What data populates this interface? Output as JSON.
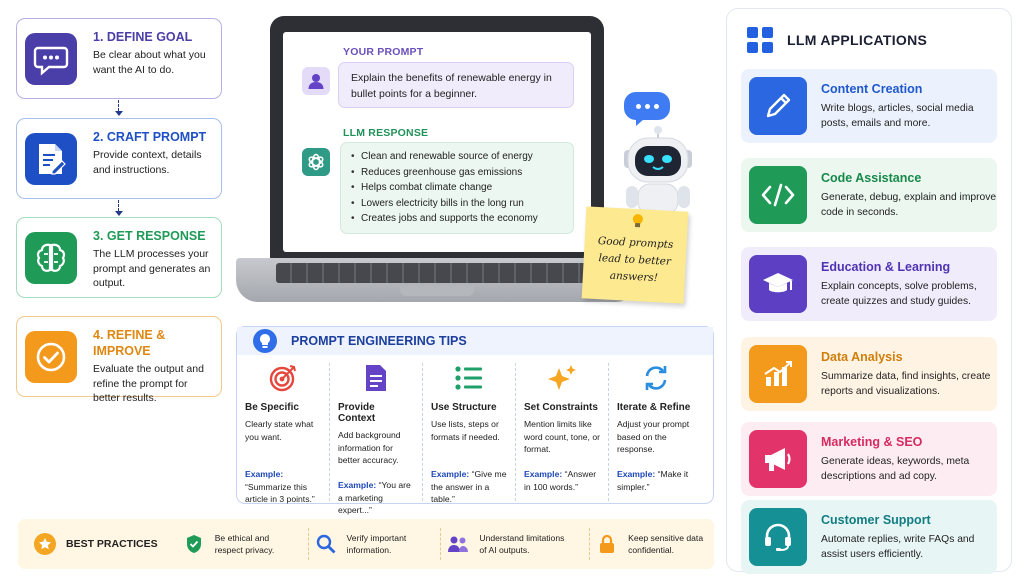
{
  "steps": [
    {
      "title": "1. DEFINE GOAL",
      "desc": "Be clear about what you want the AI to do.",
      "color": "#4a3ea8",
      "icon": "chat-bubble-icon"
    },
    {
      "title": "2. CRAFT PROMPT",
      "desc": "Provide context, details and instructions.",
      "color": "#1e4fc4",
      "icon": "document-edit-icon"
    },
    {
      "title": "3. GET RESPONSE",
      "desc": "The LLM processes your prompt and generates an output.",
      "color": "#1f9a57",
      "icon": "brain-icon"
    },
    {
      "title": "4. REFINE & IMPROVE",
      "desc": "Evaluate the output and refine the prompt for better results.",
      "color": "#e08712",
      "icon": "check-circle-icon"
    }
  ],
  "laptop": {
    "prompt_label": "YOUR PROMPT",
    "prompt_text": "Explain the benefits of renewable energy in bullet points for a beginner.",
    "response_label": "LLM RESPONSE",
    "response_items": [
      "Clean and renewable source of energy",
      "Reduces greenhouse gas emissions",
      "Helps combat climate change",
      "Lowers electricity bills in the long run",
      "Creates jobs and supports the economy"
    ]
  },
  "sticky": {
    "text": "Good prompts lead to better answers!"
  },
  "tips": {
    "title": "PROMPT ENGINEERING TIPS",
    "items": [
      {
        "name": "Be Specific",
        "desc": "Clearly state what you want.",
        "example_label": "Example:",
        "example": "“Summarize this article in 3 points.”",
        "icon": "target-icon"
      },
      {
        "name": "Provide Context",
        "desc": "Add background information for better accuracy.",
        "example_label": "Example:",
        "example": "“You are a marketing expert...”",
        "icon": "document-icon"
      },
      {
        "name": "Use Structure",
        "desc": "Use lists, steps or formats if needed.",
        "example_label": "Example:",
        "example": "“Give me the answer in a table.”",
        "icon": "list-icon"
      },
      {
        "name": "Set Constraints",
        "desc": "Mention limits like word count, tone, or format.",
        "example_label": "Example:",
        "example": "“Answer in 100 words.”",
        "icon": "sparkle-icon"
      },
      {
        "name": "Iterate & Refine",
        "desc": "Adjust your prompt based on the response.",
        "example_label": "Example:",
        "example": "“Make it simpler.”",
        "icon": "refresh-icon"
      }
    ]
  },
  "best_practices": {
    "title": "BEST PRACTICES",
    "items": [
      {
        "text": "Be ethical and respect privacy.",
        "icon": "shield-check-icon"
      },
      {
        "text": "Verify important information.",
        "icon": "magnifier-icon"
      },
      {
        "text": "Understand limitations of AI outputs.",
        "icon": "people-icon"
      },
      {
        "text": "Keep sensitive data confidential.",
        "icon": "lock-icon"
      }
    ]
  },
  "apps": {
    "title": "LLM APPLICATIONS",
    "items": [
      {
        "title": "Content Creation",
        "desc": "Write blogs, articles, social media posts, emails and more.",
        "color": "#2a67e0",
        "bg": "#ecf2fd",
        "icon": "pencil-icon"
      },
      {
        "title": "Code Assistance",
        "desc": "Generate, debug, explain and improve code in seconds.",
        "color": "#1f9a57",
        "bg": "#ebf7ef",
        "icon": "code-icon"
      },
      {
        "title": "Education & Learning",
        "desc": "Explain concepts, solve problems, create quizzes and study guides.",
        "color": "#5d3fc4",
        "bg": "#f0ecfb",
        "icon": "graduation-cap-icon"
      },
      {
        "title": "Data Analysis",
        "desc": "Summarize data, find insights, create reports and visualizations.",
        "color": "#f39a1c",
        "bg": "#fff4e4",
        "icon": "bar-chart-icon"
      },
      {
        "title": "Marketing & SEO",
        "desc": "Generate ideas, keywords, meta descriptions and ad copy.",
        "color": "#e2336a",
        "bg": "#fdedf2",
        "icon": "megaphone-icon"
      },
      {
        "title": "Customer Support",
        "desc": "Automate replies, write FAQs and assist users efficiently.",
        "color": "#159095",
        "bg": "#e8f5f5",
        "icon": "headset-icon"
      }
    ]
  }
}
